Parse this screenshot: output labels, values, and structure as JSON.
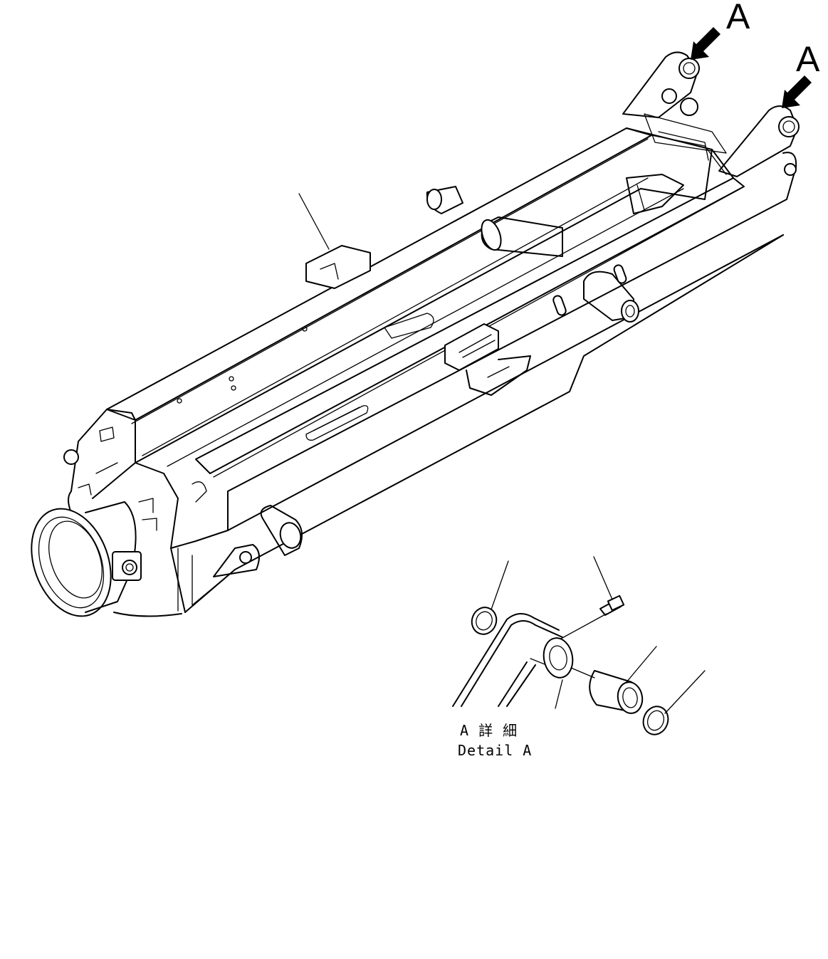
{
  "callouts": {
    "view_marker_1": "A",
    "view_marker_2": "A"
  },
  "detail": {
    "caption_jp": "A 詳 細",
    "caption_en": "Detail A"
  },
  "colors": {
    "line": "#000000",
    "background": "#ffffff"
  }
}
